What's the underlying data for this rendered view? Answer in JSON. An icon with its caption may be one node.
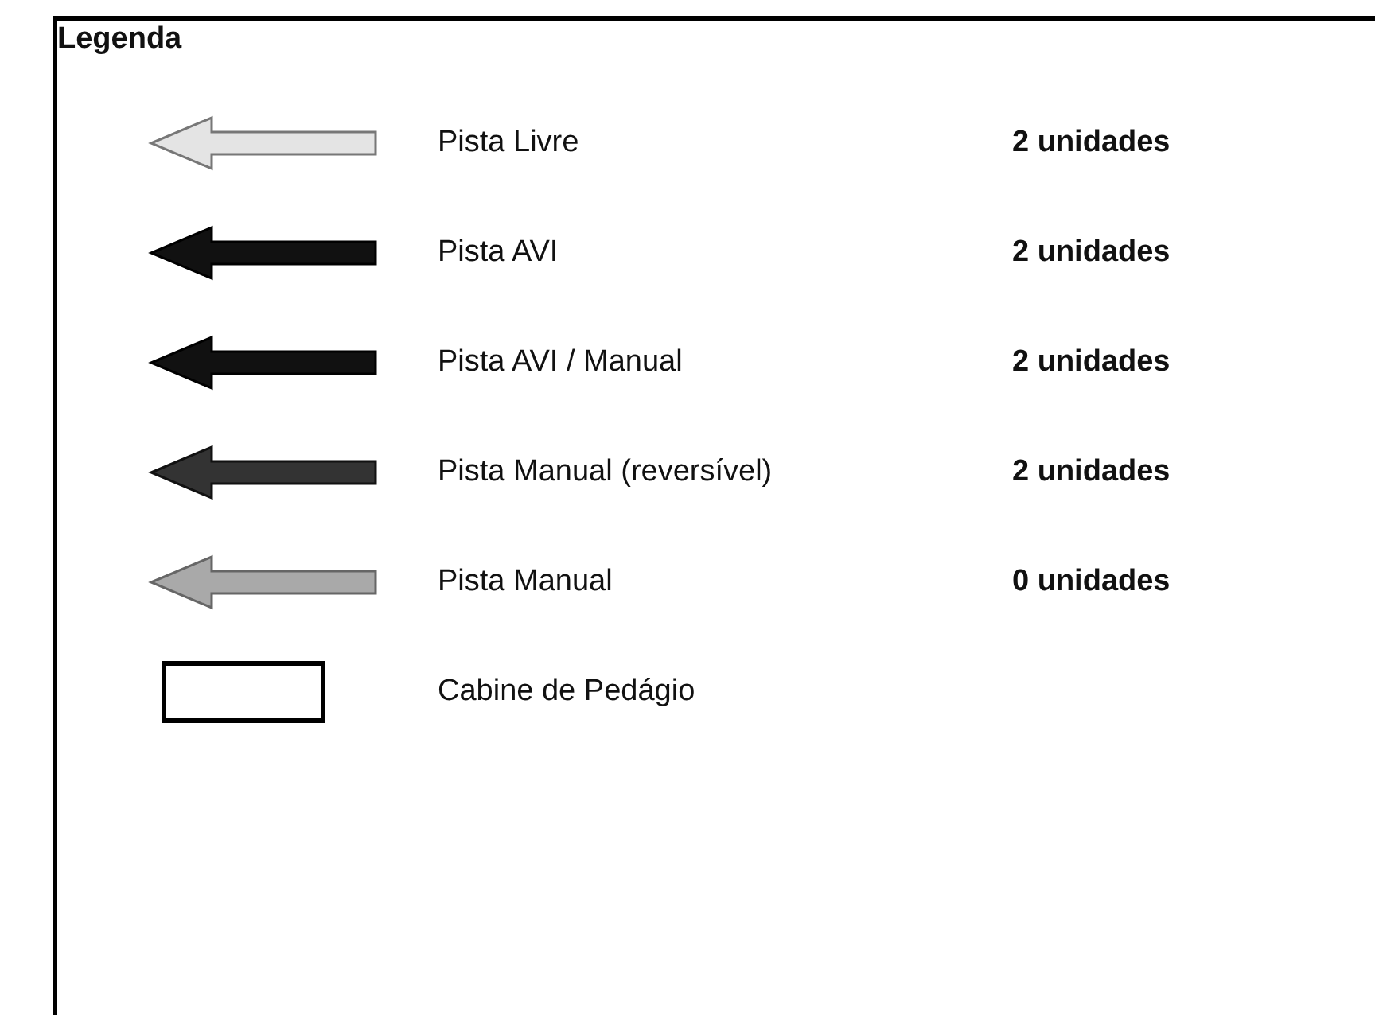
{
  "diagram": {
    "title": "Legenda",
    "legend": [
      {
        "text": "Pista Livre"
      },
      {
        "text": "Pista AVI"
      },
      {
        "text": "Pista AVI / Manual"
      },
      {
        "text": "Pista Manual (reversível)"
      },
      {
        "text": "Pista Manual"
      },
      {
        "text": "Cabine de Pedágio"
      }
    ],
    "labels": [
      "2 unidades",
      "2 unidades",
      "2 unidades",
      "2 unidades",
      "0 unidades"
    ]
  }
}
